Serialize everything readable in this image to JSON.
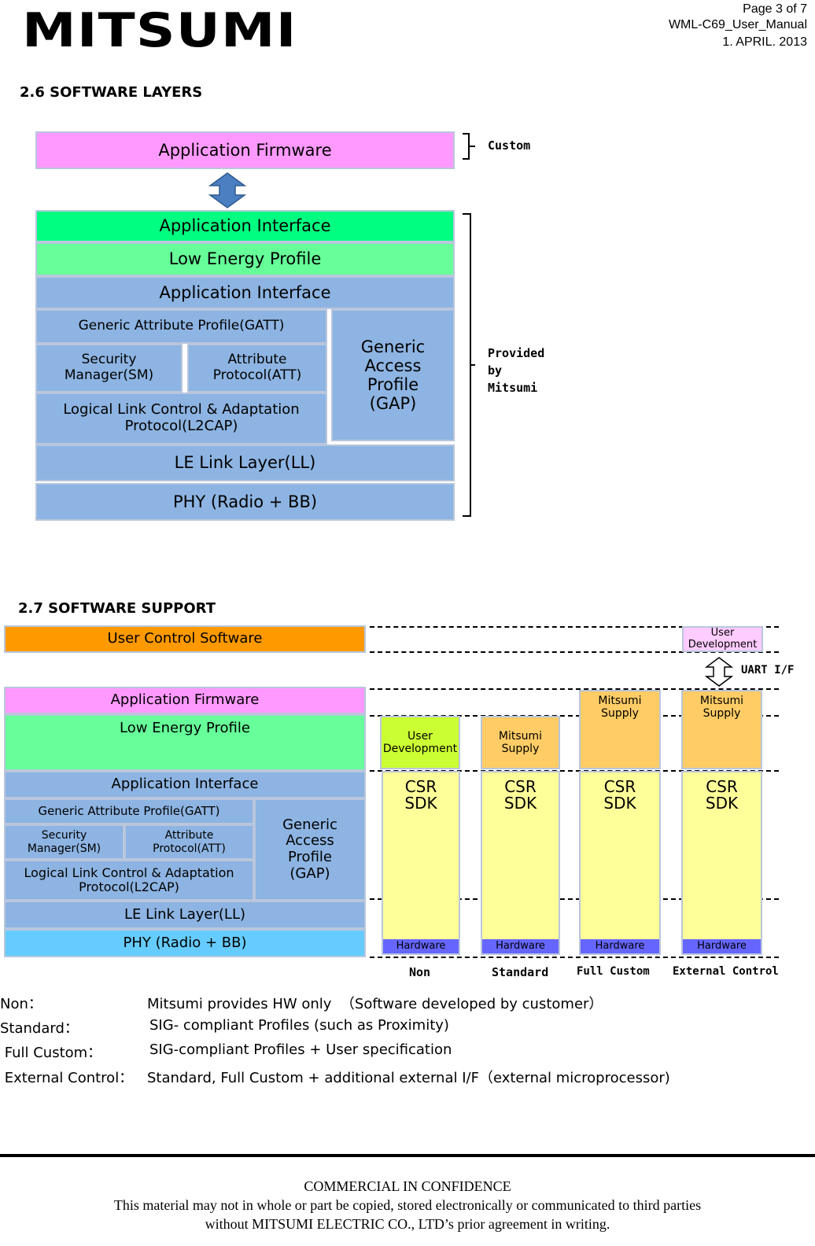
{
  "header": {
    "logo": "MITSUMI",
    "page": "Page 3 of 7",
    "doc": "WML-C69_User_Manual",
    "date": "1. APRIL. 2013"
  },
  "section26": {
    "title": "2.6  SOFTWARE LAYERS",
    "app_firmware": "Application Firmware",
    "app_interface_top": "Application Interface",
    "le_profile": "Low Energy Profile",
    "app_interface": "Application Interface",
    "gatt": "Generic Attribute Profile(GATT)",
    "gap": "Generic\nAccess\nProfile\n(GAP)",
    "sm": "Security\nManager(SM)",
    "att": "Attribute\nProtocol(ATT)",
    "l2cap": "Logical Link Control & Adaptation\nProtocol(L2CAP)",
    "ll": "LE Link Layer(LL)",
    "phy": "PHY (Radio + BB)",
    "custom": "Custom",
    "provided": "Provided\nby\nMitsumi"
  },
  "section27": {
    "title": "2.7  SOFTWARE SUPPORT",
    "user_control": "User Control Software",
    "app_firmware": "Application Firmware",
    "le_profile": "Low Energy Profile",
    "app_interface": "Application Interface",
    "gatt": "Generic Attribute Profile(GATT)",
    "gap": "Generic\nAccess\nProfile\n(GAP)",
    "sm": "Security\nManager(SM)",
    "att": "Attribute\nProtocol(ATT)",
    "l2cap": "Logical Link Control & Adaptation\nProtocol(L2CAP)",
    "ll": "LE Link Layer(LL)",
    "phy": "PHY (Radio + BB)",
    "user_dev_top": "User\nDevelopment",
    "uart": "UART I/F",
    "columns": [
      {
        "top": "User\nDevelopment",
        "sdk": "CSR\nSDK",
        "hw": "Hardware",
        "label": "Non"
      },
      {
        "top": "Mitsumi\nSupply",
        "sdk": "CSR\nSDK",
        "hw": "Hardware",
        "label": "Standard"
      },
      {
        "top": "Mitsumi\nSupply",
        "sdk": "CSR\nSDK",
        "hw": "Hardware",
        "label": "Full Custom"
      },
      {
        "top": "Mitsumi\nSupply",
        "sdk": "CSR\nSDK",
        "hw": "Hardware",
        "label": "External Control"
      }
    ],
    "colors": {
      "user_dev": "#ccff33",
      "mitsumi_supply": "#ffcc66",
      "sdk": "#ffff99",
      "hardware": "#6666ff"
    }
  },
  "legend": [
    {
      "term": "Non：",
      "desc": "Mitsumi provides HW only  （Software developed by customer）"
    },
    {
      "term": "Standard：",
      "desc": "SIG- compliant Profiles (such as Proximity)"
    },
    {
      "term": " Full Custom：",
      "desc": "SIG-compliant Profiles + User specification"
    },
    {
      "term": " External Control：",
      "desc": "Standard, Full Custom + additional external I/F（external microprocessor)"
    }
  ],
  "footer": {
    "line1": "COMMERCIAL IN CONFIDENCE",
    "line2": "This material may not in whole or part be copied, stored electronically or communicated to third parties",
    "line3": "without MITSUMI ELECTRIC CO., LTD’s prior agreement in writing."
  }
}
